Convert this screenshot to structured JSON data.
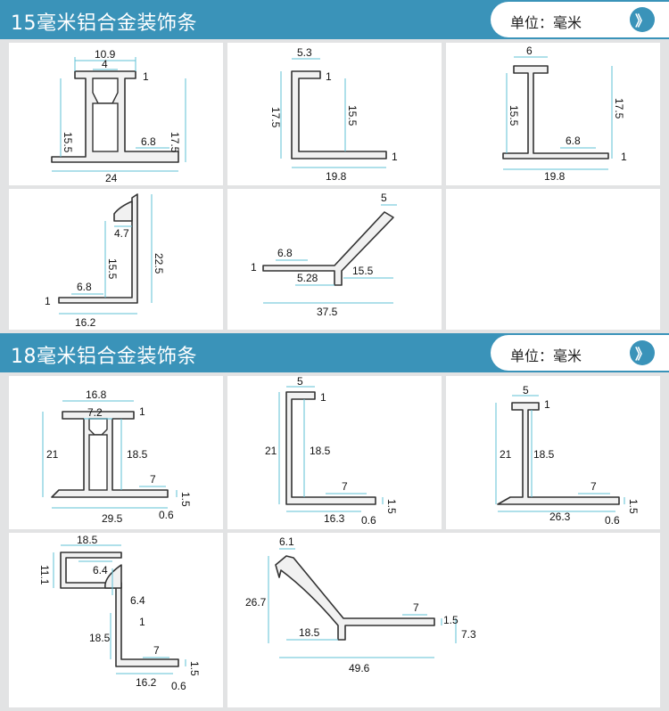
{
  "section1": {
    "title": "15毫米铝合金装饰条",
    "unit_label": "单位：毫米",
    "button_glyph": "》",
    "profiles": [
      {
        "dims": [
          "10.9",
          "4",
          "1",
          "15.5",
          "17.5",
          "6.8",
          "24"
        ]
      },
      {
        "dims": [
          "5.3",
          "1",
          "17.5",
          "15.5",
          "1",
          "19.8"
        ]
      },
      {
        "dims": [
          "6",
          "15.5",
          "17.5",
          "6.8",
          "1",
          "19.8"
        ]
      },
      {
        "dims": [
          "4.7",
          "22.5",
          "15.5",
          "6.8",
          "1",
          "16.2"
        ]
      },
      {
        "dims": [
          "5",
          "6.8",
          "1",
          "15.5",
          "5.28",
          "37.5"
        ]
      }
    ]
  },
  "section2": {
    "title": "18毫米铝合金装饰条",
    "unit_label": "单位：毫米",
    "button_glyph": "》",
    "profiles": [
      {
        "dims": [
          "16.8",
          "7.2",
          "1",
          "21",
          "18.5",
          "7",
          "1.5",
          "29.5",
          "0.6"
        ]
      },
      {
        "dims": [
          "5",
          "1",
          "21",
          "18.5",
          "7",
          "1.5",
          "16.3",
          "0.6"
        ]
      },
      {
        "dims": [
          "5",
          "1",
          "21",
          "18.5",
          "7",
          "1.5",
          "26.3",
          "0.6"
        ]
      },
      {
        "dims": [
          "18.5",
          "11.1",
          "6.4",
          "6.4",
          "1",
          "18.5",
          "7",
          "1.5",
          "16.2",
          "0.6"
        ]
      },
      {
        "dims": [
          "6.1",
          "26.7",
          "7",
          "1.5",
          "18.5",
          "7.3",
          "49.6"
        ]
      }
    ]
  },
  "colors": {
    "banner": "#3a93b9",
    "dimension_line": "#5fc0d6",
    "grid": "#e2e3e4"
  },
  "icons": {
    "next": "chevron-double-right-icon"
  }
}
